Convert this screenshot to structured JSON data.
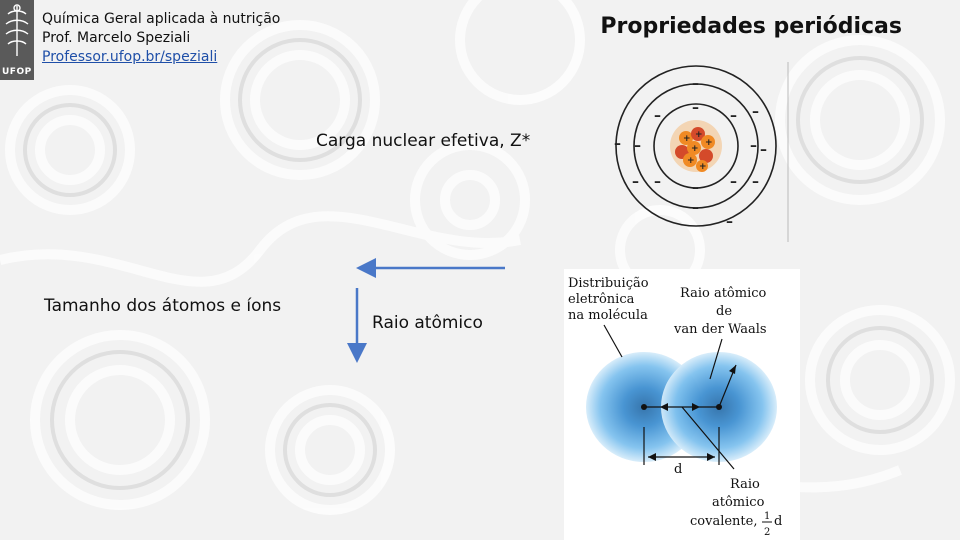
{
  "header": {
    "course_title": "Química Geral aplicada à nutrição",
    "professor": "Prof. Marcelo Speziali",
    "link": "Professor.ufop.br/speziali",
    "logo_text": "UFOP"
  },
  "slide": {
    "title": "Propriedades periódicas",
    "subtitle": "Carga nuclear efetiva, Z*",
    "size_label": "Tamanho dos átomos e íons",
    "radius_label": "Raio atômico"
  },
  "figure": {
    "label_distribution_line1": "Distribuição",
    "label_distribution_line2": "eletrônica",
    "label_distribution_line3": "na molécula",
    "label_vdw_line1": "Raio atômico",
    "label_vdw_line2": "de",
    "label_vdw_line3": "van der Waals",
    "label_d": "d",
    "label_cov_line1": "Raio",
    "label_cov_line2": "atômico",
    "label_cov_line3": "covalente,",
    "label_half_num": "1",
    "label_half_den": "2",
    "label_half_d": "d"
  },
  "colors": {
    "accent_blue": "#4a78c8",
    "electron_cloud": "#5fb0e6",
    "nucleus_orange": "#f08a24",
    "nucleus_red": "#d44a2a"
  },
  "icons": {
    "arrow_left": "arrow-left-icon",
    "arrow_down": "arrow-down-icon",
    "atom": "atom-diagram-icon"
  }
}
